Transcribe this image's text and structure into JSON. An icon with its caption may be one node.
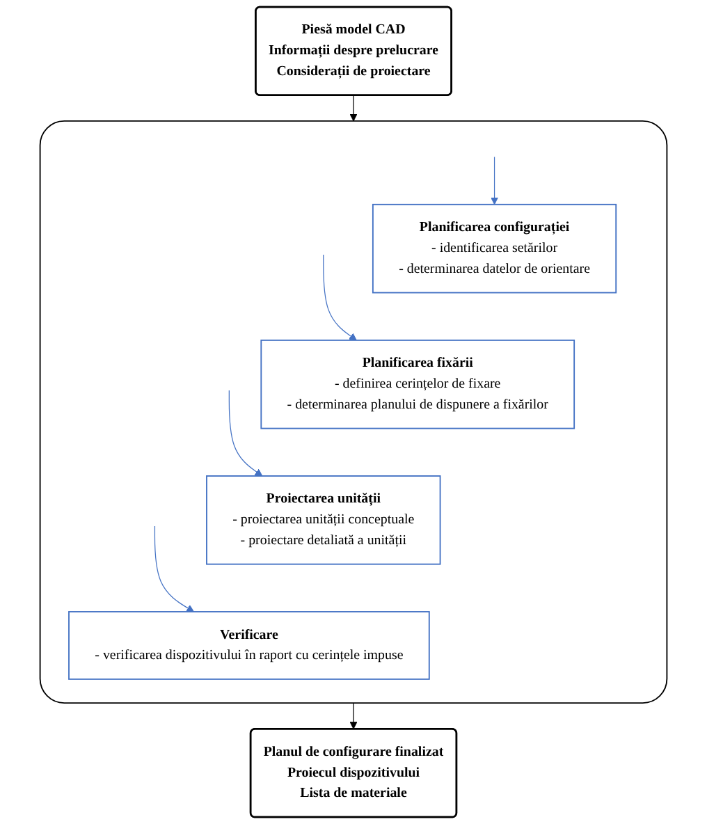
{
  "diagram": {
    "nodes": [
      {
        "text": [
          "Piesă model CAD",
          "Informații despre prelucrare",
          "Considerații de proiectare"
        ]
      },
      {
        "text": [],
        "shape": "box"
      },
      {
        "text": [
          "Planificarea configurației",
          "- identificarea setărilor",
          "- determinarea datelor de orientare"
        ],
        "in": 1
      },
      {
        "text": [
          "Planificarea fixării",
          "- definirea cerințelor de fixare",
          "- determinarea planului de dispunere a fixărilor"
        ],
        "in": 1
      },
      {
        "text": [
          "Proiectarea unității",
          "- proiectarea unității conceptuale",
          "- proiectare detaliată a unității"
        ],
        "in": 1
      },
      {
        "text": [
          "Verificare",
          "- verificarea dispozitivului în raport cu cerințele impuse"
        ],
        "in": 1
      },
      {
        "text": [
          "Planul de configurare finalizat",
          "Proiecul dispozitivului",
          "Lista de materiale"
        ]
      }
    ],
    "edges": [
      {
        "from": 0,
        "to": 1,
        "arrow": "to",
        "color": "#000000"
      },
      {
        "from": null,
        "to": 2,
        "arrow": "to"
      },
      {
        "from": null,
        "to": 3,
        "arrow": "to"
      },
      {
        "from": null,
        "to": 4,
        "arrow": "to"
      },
      {
        "from": null,
        "to": 5,
        "arrow": "to"
      },
      {
        "from": 1,
        "to": 6,
        "arrow": "to",
        "color": "#000000"
      }
    ]
  }
}
